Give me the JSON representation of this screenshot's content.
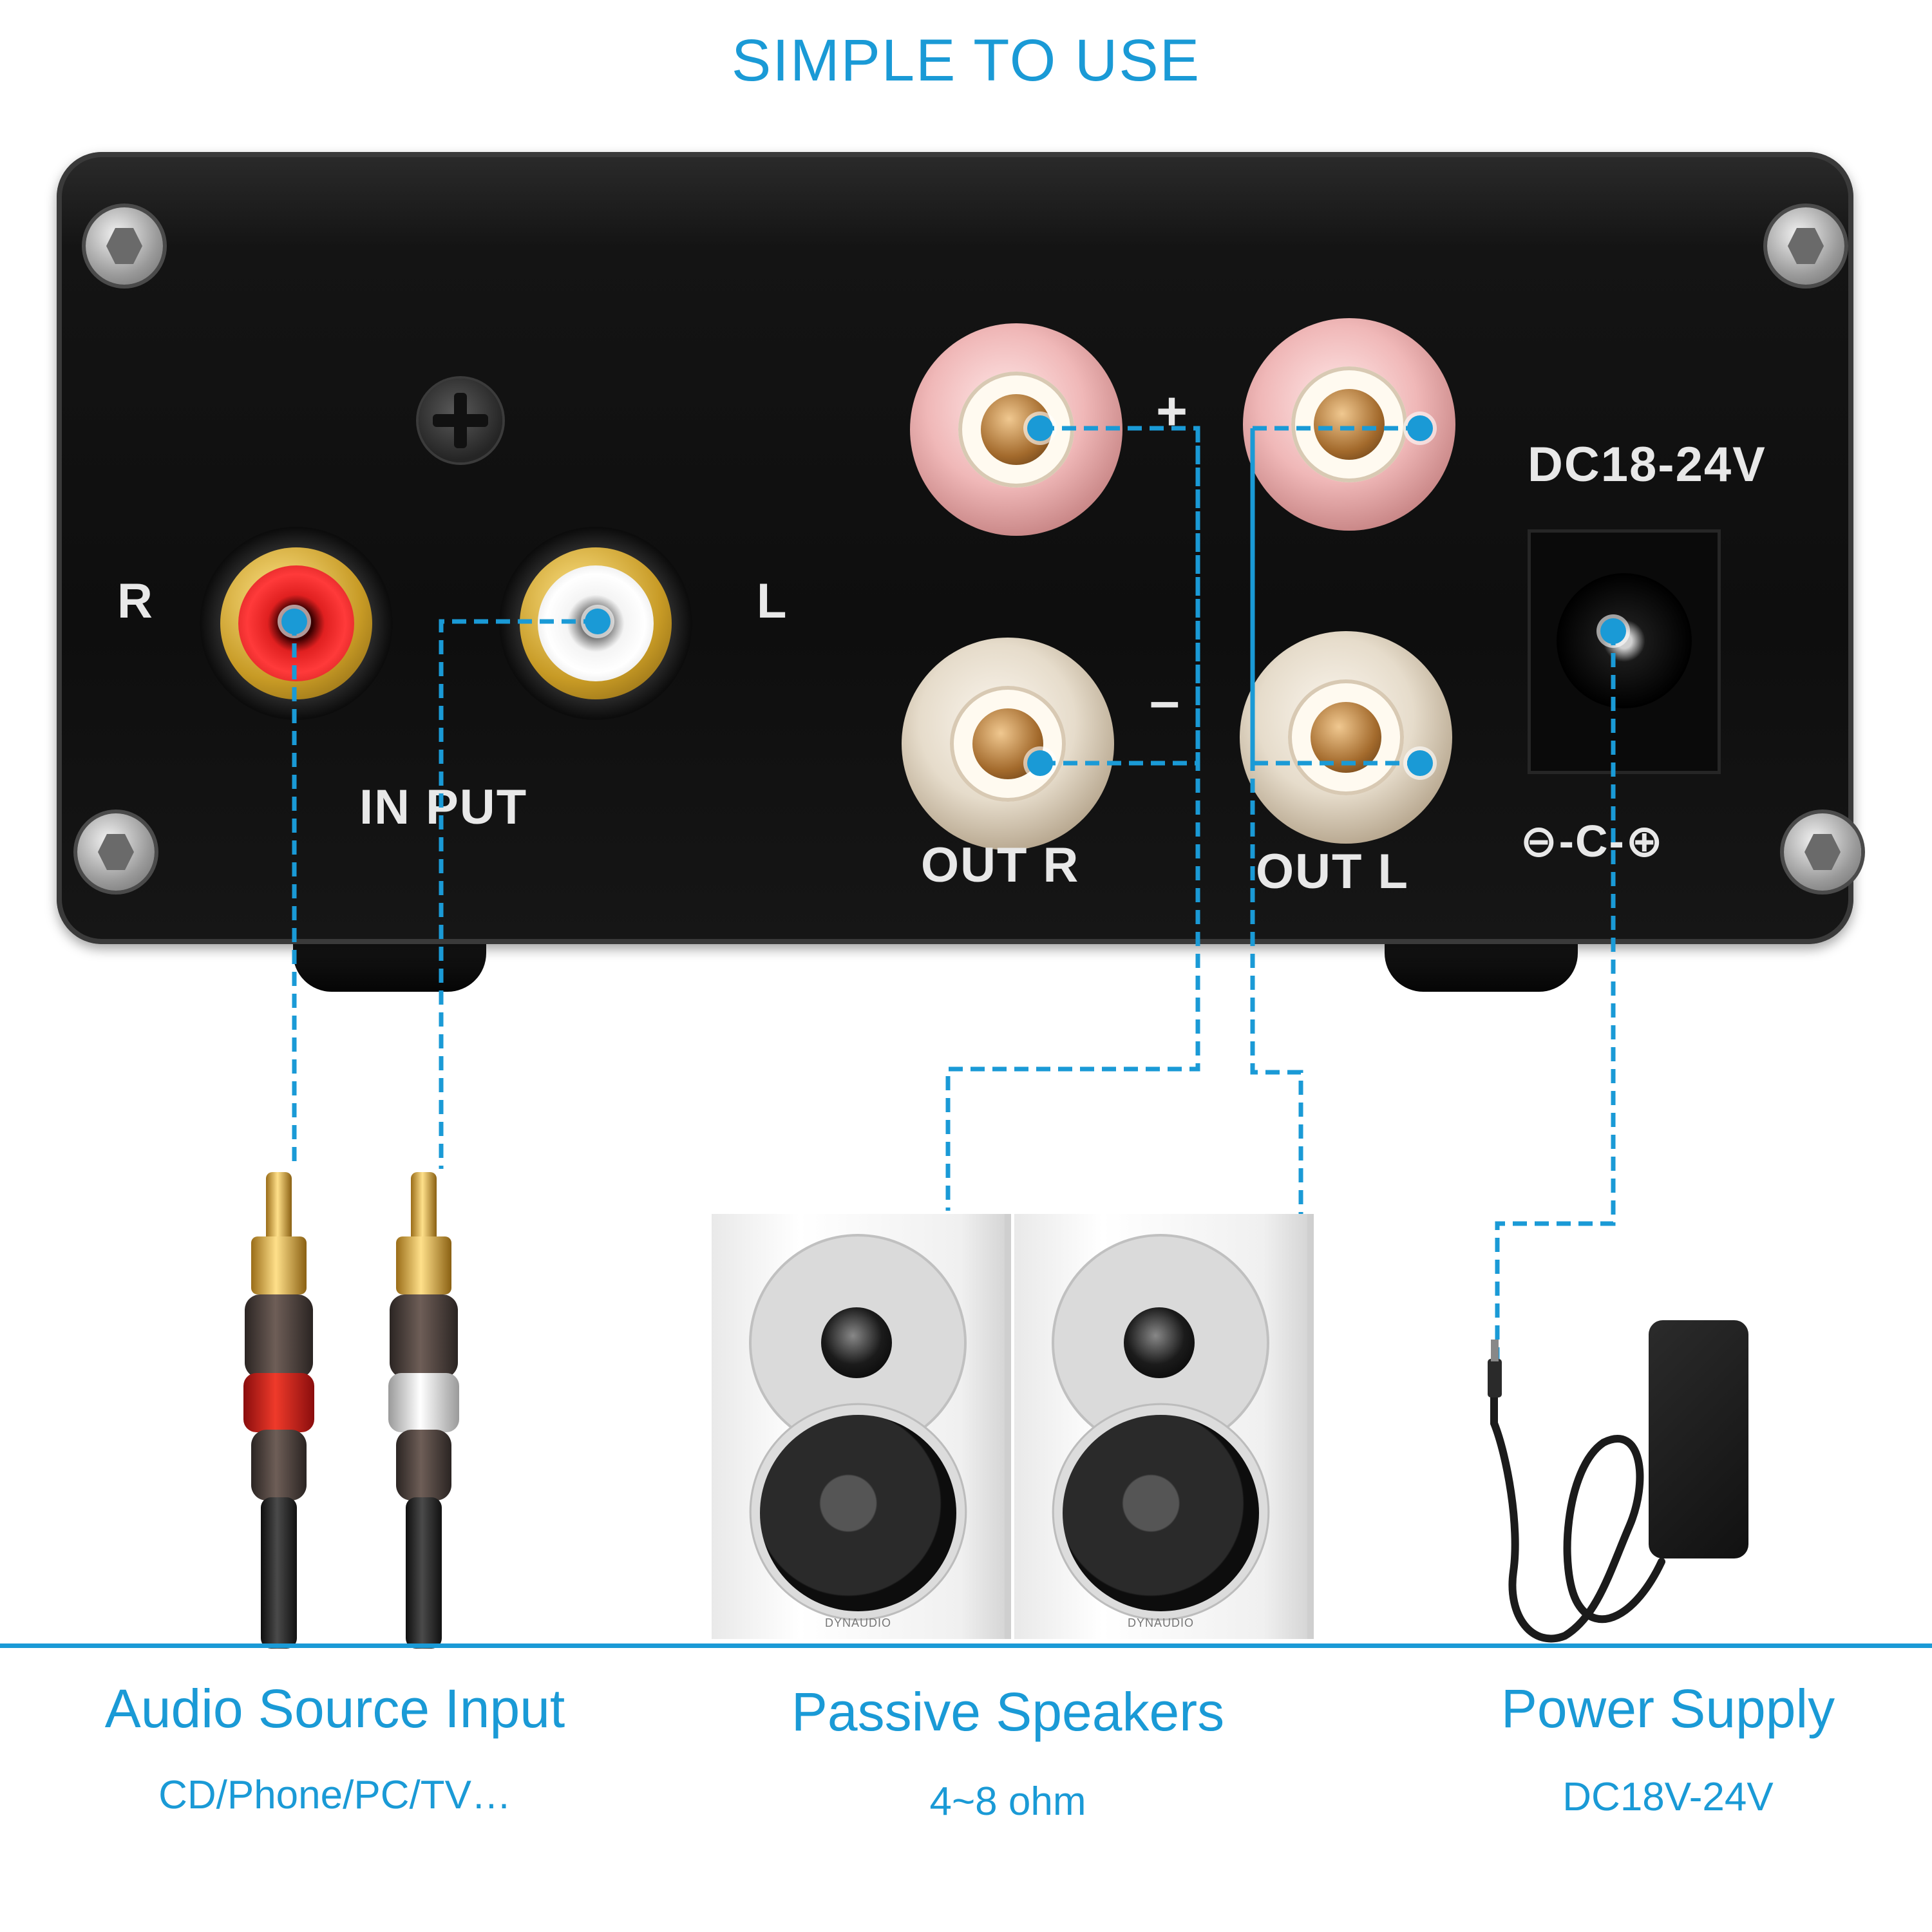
{
  "headline": "SIMPLE TO USE",
  "panel": {
    "label_r": "R",
    "label_l": "L",
    "label_input": "IN PUT",
    "label_out_r": "OUT R",
    "label_out_l": "OUT L",
    "label_plus": "+",
    "label_minus": "–",
    "label_dc": "DC18-24V",
    "polarity_symbol": "⊖-C-⊕"
  },
  "captions": {
    "input": {
      "title": "Audio Source Input",
      "subtitle": "CD/Phone/PC/TV…"
    },
    "speakers": {
      "title": "Passive Speakers",
      "subtitle": "4~8 ohm"
    },
    "power": {
      "title": "Power Supply",
      "subtitle": "DC18V-24V"
    }
  },
  "speaker_brand": "DYNAUDIO",
  "colors": {
    "accent": "#1a9ad6",
    "panel": "#111111",
    "rca_red": "#e02020",
    "label_text": "#e8e8e8"
  },
  "icons": [
    "screw-icon",
    "rca-jack-icon",
    "binding-post-icon",
    "dc-jack-icon",
    "rca-plug-icon",
    "speaker-icon",
    "power-adapter-icon"
  ]
}
